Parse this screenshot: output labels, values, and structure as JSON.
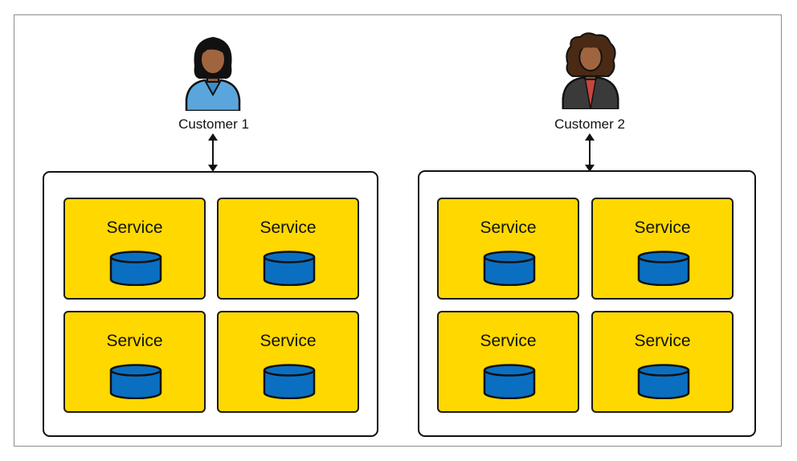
{
  "customers": [
    {
      "label": "Customer 1",
      "icon": "woman-blue-shirt-icon"
    },
    {
      "label": "Customer 2",
      "icon": "woman-curly-hair-icon"
    }
  ],
  "services": [
    {
      "label": "Service"
    },
    {
      "label": "Service"
    },
    {
      "label": "Service"
    },
    {
      "label": "Service"
    },
    {
      "label": "Service"
    },
    {
      "label": "Service"
    },
    {
      "label": "Service"
    },
    {
      "label": "Service"
    }
  ],
  "colors": {
    "service_fill": "#ffd800",
    "database_fill": "#0b6fc1",
    "customer1_shirt": "#5aa6dc",
    "customer2_jacket": "#3a3a3a"
  }
}
